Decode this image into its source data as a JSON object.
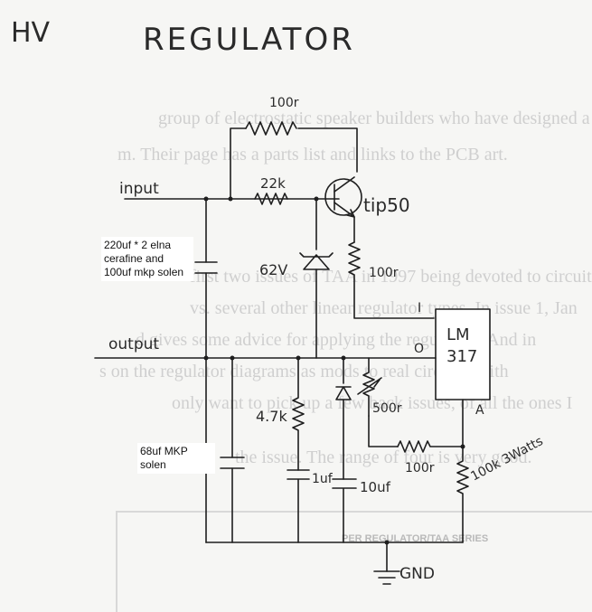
{
  "title": "HV  REGULATOR",
  "heading_left": "HV",
  "heading_main": "REGULATOR",
  "labels": {
    "input": "input",
    "output": "output",
    "gnd": "GND",
    "r_100r_top": "100r",
    "r_22k": "22k",
    "transistor": "tip50",
    "zener": "62V",
    "r_100r_mid": "100r",
    "lm317_line1": "LM",
    "lm317_line2": "317",
    "pin_i": "I",
    "pin_o": "O",
    "pin_a": "A",
    "r_47k": "4.7k",
    "pot_500r": "500r",
    "r_100r_low": "100r",
    "cap_1uf": "1uf",
    "cap_10uf": "10uf",
    "r_100k": "100k 3Watts"
  },
  "notes": {
    "caps1": "220uf * 2 elna cerafine and 100uf mkp solen",
    "caps2": "68uf MKP solen"
  },
  "background_text": {
    "l1": "group of electrostatic speaker builders who have designed a",
    "l2": "m. Their page has a parts list and links to the PCB art.",
    "l3": "first two issues of TAA in 1997 being devoted to circuit",
    "l4": "vs. several other linear regulator types. In issue 1, Jan",
    "l5": "d gives some advice for applying the regulators. And in",
    "l6": "s on the regulator diagrams as mods to real circuits, with",
    "l7": "only want to pick up a few back issues, of all the ones I",
    "l8": "the issue. The range of four is very good.",
    "box_caption": "PER REGULATOR/TAA SERIES"
  }
}
